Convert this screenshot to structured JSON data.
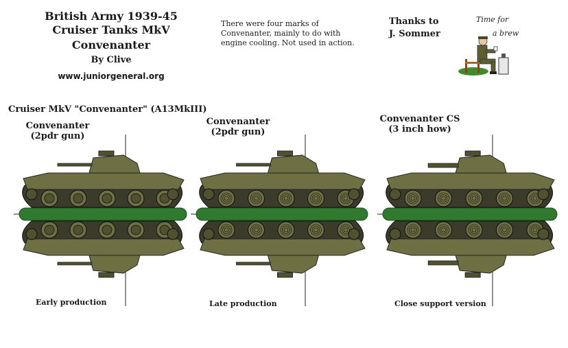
{
  "header": {
    "title_line1": "British Army 1939-45",
    "title_line2": "Cruiser Tanks MkV",
    "title_line3": "Convenanter",
    "author": "By Clive",
    "website": "www.juniorgeneral.org"
  },
  "note": {
    "line1": "There were four marks of",
    "line2": "Convenanter, mainly to do with",
    "line3": "engine cooling. Not used in action."
  },
  "thanks": {
    "line1": "Thanks to",
    "line2": "J. Sommer"
  },
  "brew": {
    "line1": "Time for",
    "line2": "a brew"
  },
  "section_title": "Cruiser MkV \"Convenanter\" (A13MkIII)",
  "tanks": [
    {
      "name": "Convenanter",
      "sub": "(2pdr gun)",
      "caption": "Early production"
    },
    {
      "name": "Convenanter",
      "sub": "(2pdr gun)",
      "caption": "Late production"
    },
    {
      "name": "Convenanter CS",
      "sub": "(3 inch how)",
      "caption": "Close support version"
    }
  ],
  "colors": {
    "hull": "#6e7043",
    "hull_dark": "#4f5130",
    "track": "#3a3b2a",
    "base_bar": "#2f7a2f",
    "sky": "#ffffff"
  }
}
